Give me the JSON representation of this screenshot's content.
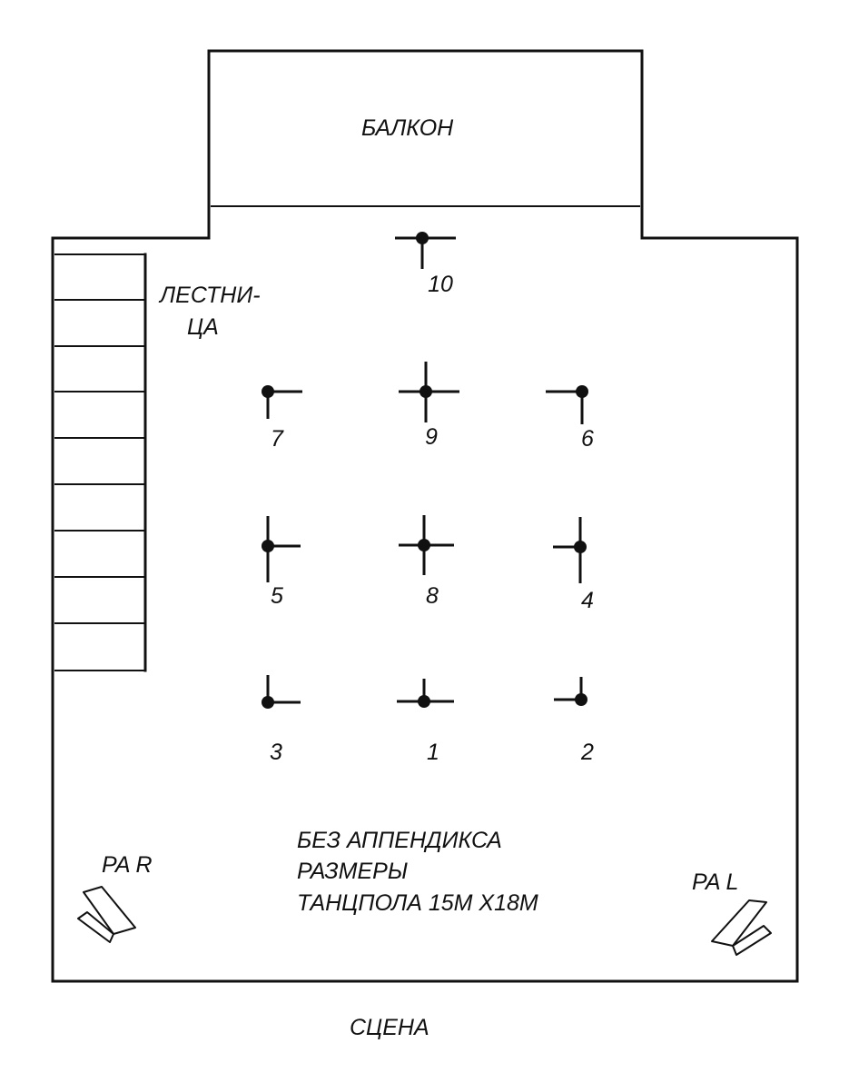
{
  "labels": {
    "balcony": "БАЛКОН",
    "stairs_line1": "ЛЕСТНИ-",
    "stairs_line2": "ЦА",
    "note_line1": "БЕЗ АППЕНДИКСА",
    "note_line2": "РАЗМЕРЫ",
    "note_line3": "ТАНЦПОЛА 15М Х18М",
    "pa_right": "PA  R",
    "pa_left": "PA  L",
    "stage": "СЦЕНА"
  },
  "points": [
    {
      "id": "1",
      "label": "1"
    },
    {
      "id": "2",
      "label": "2"
    },
    {
      "id": "3",
      "label": "3"
    },
    {
      "id": "4",
      "label": "4"
    },
    {
      "id": "5",
      "label": "5"
    },
    {
      "id": "6",
      "label": "6"
    },
    {
      "id": "7",
      "label": "7"
    },
    {
      "id": "8",
      "label": "8"
    },
    {
      "id": "9",
      "label": "9"
    },
    {
      "id": "10",
      "label": "10"
    }
  ],
  "colors": {
    "ink": "#111111",
    "paper": "#ffffff"
  }
}
